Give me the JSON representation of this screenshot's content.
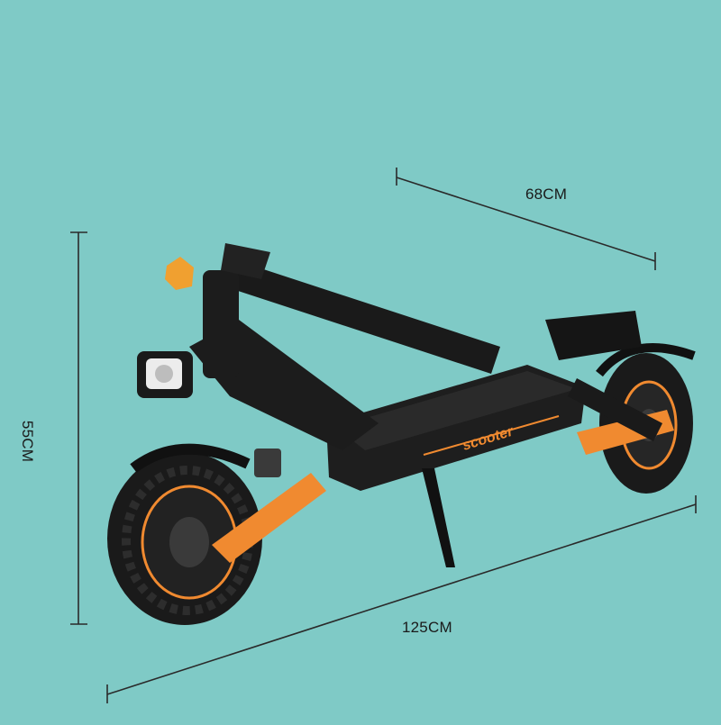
{
  "colors": {
    "background": "#7fcac6",
    "frame": "#1c1c1c",
    "accent": "#f08a30",
    "tire": "#1a1a1a",
    "dimension_line": "#2a2a2a"
  },
  "dimensions": {
    "width_label": "68CM",
    "height_label": "55CM",
    "length_label": "125CM"
  },
  "deck": {
    "brand_text": "scooter"
  },
  "icons": {
    "scooter": "folded-electric-scooter"
  }
}
